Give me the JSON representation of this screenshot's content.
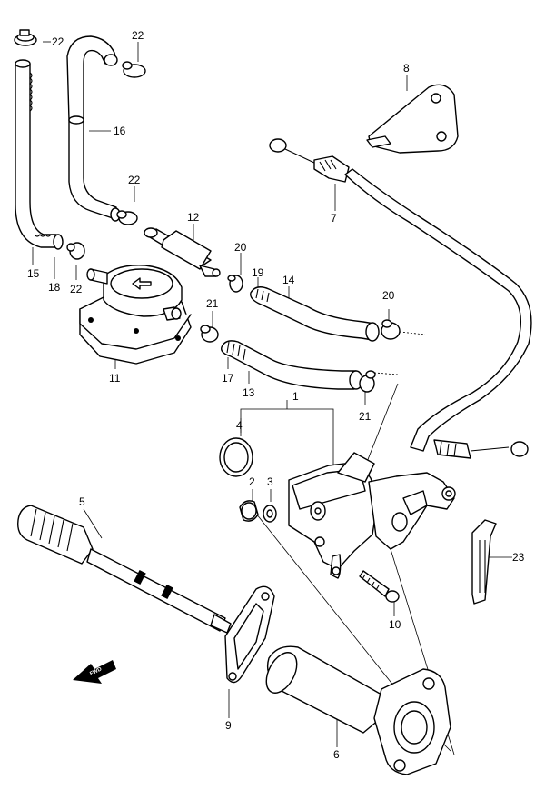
{
  "callouts": {
    "c1": "1",
    "c2": "2",
    "c3": "3",
    "c4": "4",
    "c5": "5",
    "c6": "6",
    "c7": "7",
    "c8": "8",
    "c9": "9",
    "c10": "10",
    "c11": "11",
    "c12": "12",
    "c13": "13",
    "c14": "14",
    "c15": "15",
    "c16": "16",
    "c17": "17",
    "c18": "18",
    "c19": "19",
    "c20a": "20",
    "c20b": "20",
    "c21a": "21",
    "c21b": "21",
    "c22a": "22",
    "c22b": "22",
    "c22c": "22",
    "c22d": "22",
    "c23": "23"
  },
  "fwd_label": "FWD"
}
